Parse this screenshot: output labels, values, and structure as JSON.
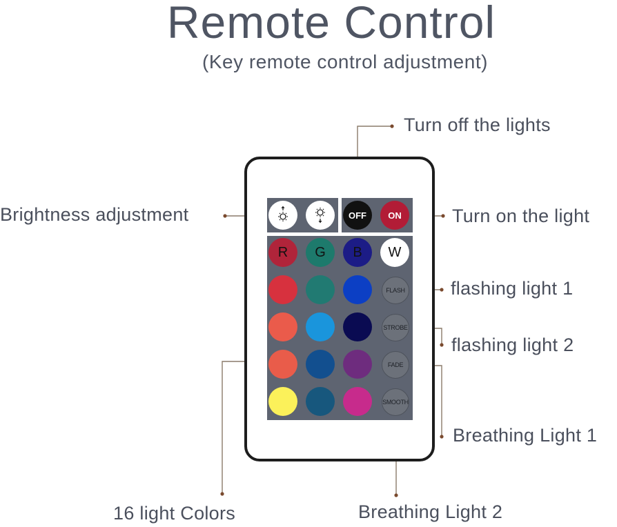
{
  "header": {
    "title": "Remote Control",
    "subtitle": "(Key remote control adjustment)"
  },
  "labels": {
    "turn_off": "Turn off the lights",
    "brightness": "Brightness adjustment",
    "turn_on": "Turn on the light",
    "flash1": "flashing light 1",
    "flash2": "flashing light 2",
    "breathing1": "Breathing Light 1",
    "colors16": "16 light Colors",
    "breathing2": "Breathing Light 2"
  },
  "remote": {
    "power": {
      "off": "OFF",
      "on": "ON"
    },
    "rgbw": {
      "r": "R",
      "g": "G",
      "b": "B",
      "w": "W"
    },
    "modes": {
      "flash": "FLASH",
      "strobe": "STROBE",
      "fade": "FADE",
      "smooth": "SMOOTH"
    }
  },
  "colors": {
    "text": "#4a4f5c",
    "panel": "#5e6471",
    "leader": "#8a7a6a",
    "dot": "#7a4a2e",
    "off_button": "#111111",
    "on_button": "#b21c36",
    "r_button": "#b0243a",
    "g_button": "#1d7a6c",
    "b_button": "#1c1c86",
    "w_button": "#ffffff",
    "grid": [
      [
        "#d7313e",
        "#217a72",
        "#0c3fc4"
      ],
      [
        "#ea5b4b",
        "#1a95dc",
        "#0a0b52"
      ],
      [
        "#e95c4a",
        "#124f8f",
        "#6e2c7e"
      ],
      [
        "#fbf15a",
        "#17577d",
        "#c72b8c"
      ]
    ]
  },
  "icons": {
    "brightness_up": "sun-arrow-up-icon",
    "brightness_down": "sun-arrow-down-icon"
  }
}
